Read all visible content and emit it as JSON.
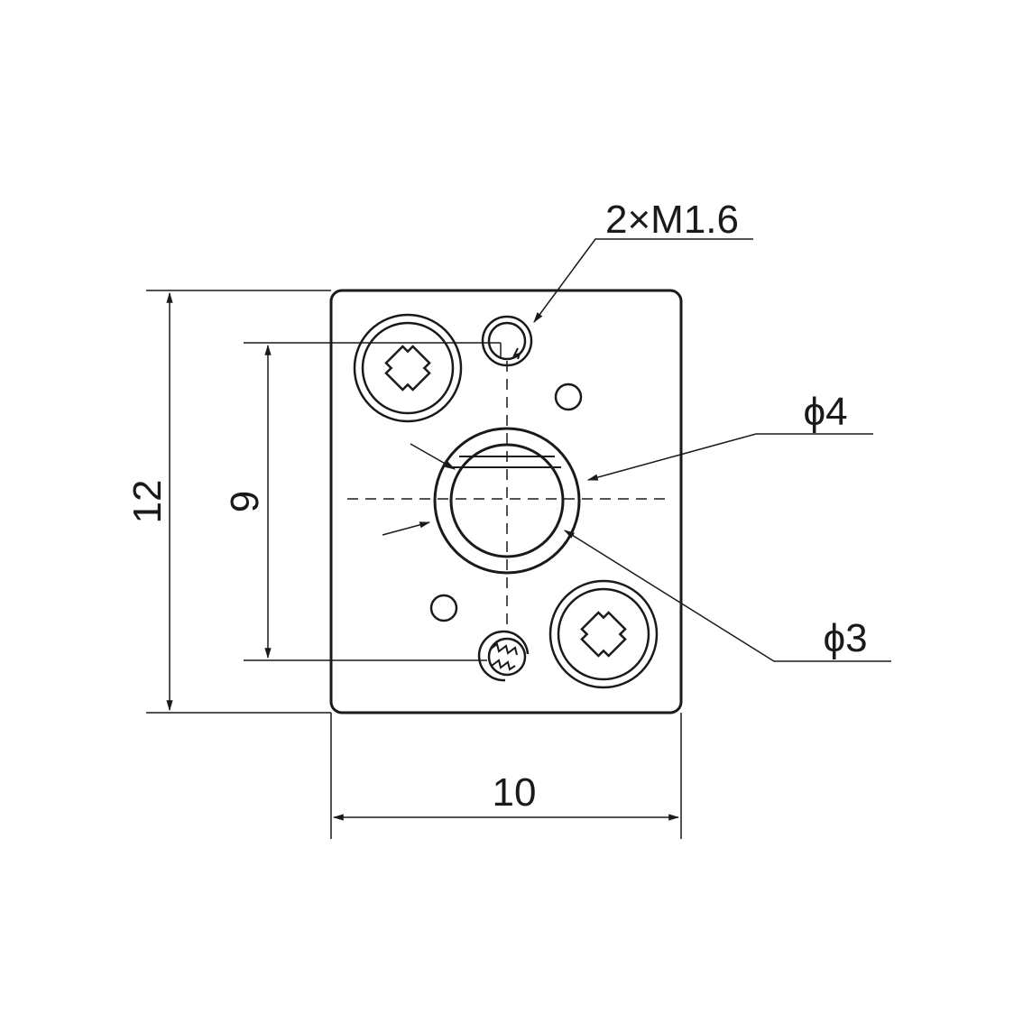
{
  "drawing": {
    "title": "",
    "colors": {
      "line": "#1a1a1a",
      "background": "#ffffff"
    }
  },
  "dimensions": {
    "height_total": "12",
    "hole_spacing": "9",
    "width_total": "10",
    "outer_diameter": "ϕ4",
    "inner_diameter": "ϕ3",
    "thread_callout": "2×M1.6"
  },
  "icons": {
    "screw": "phillips-screw-icon",
    "threaded_hole": "threaded-hole-icon"
  }
}
